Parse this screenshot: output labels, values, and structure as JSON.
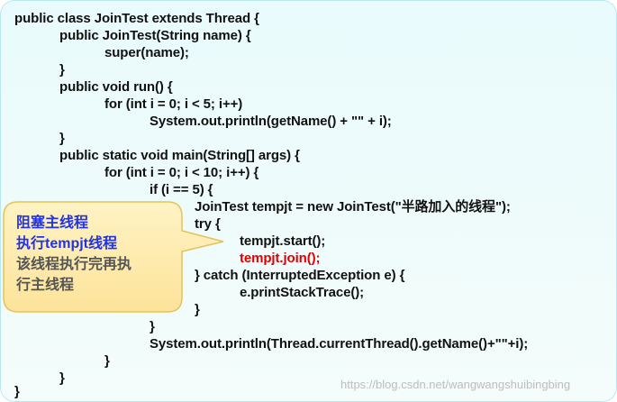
{
  "code": {
    "lines": [
      "public class JoinTest extends Thread {",
      "public JoinTest(String name) {",
      "super(name);",
      "}",
      "public void run() {",
      "for (int i = 0; i < 5; i++)",
      "System.out.println(getName() + \"\" + i);",
      "}",
      "public static void main(String[] args) {",
      "for (int i = 0; i < 10; i++) {",
      "if (i == 5) {",
      "JoinTest tempjt = new JoinTest(\"半路加入的线程\");",
      "try {",
      "tempjt.start();",
      "tempjt.join();",
      "} catch (InterruptedException e) {",
      "e.printStackTrace();",
      "}",
      "}",
      "System.out.println(Thread.currentThread().getName()+\"\"+i);",
      "}",
      "}",
      "}"
    ],
    "highlight_color": "#e00000"
  },
  "callout": {
    "line1": "阻塞主线程",
    "line2": "执行tempjt线程",
    "line3": "该线程执行完再执",
    "line4": "行主线程",
    "fill_color": "#fde9a6",
    "border_color": "#e3c35a",
    "accent_color": "#2233e6"
  },
  "watermark": "https://blog.csdn.net/wangwangshuibingbing"
}
